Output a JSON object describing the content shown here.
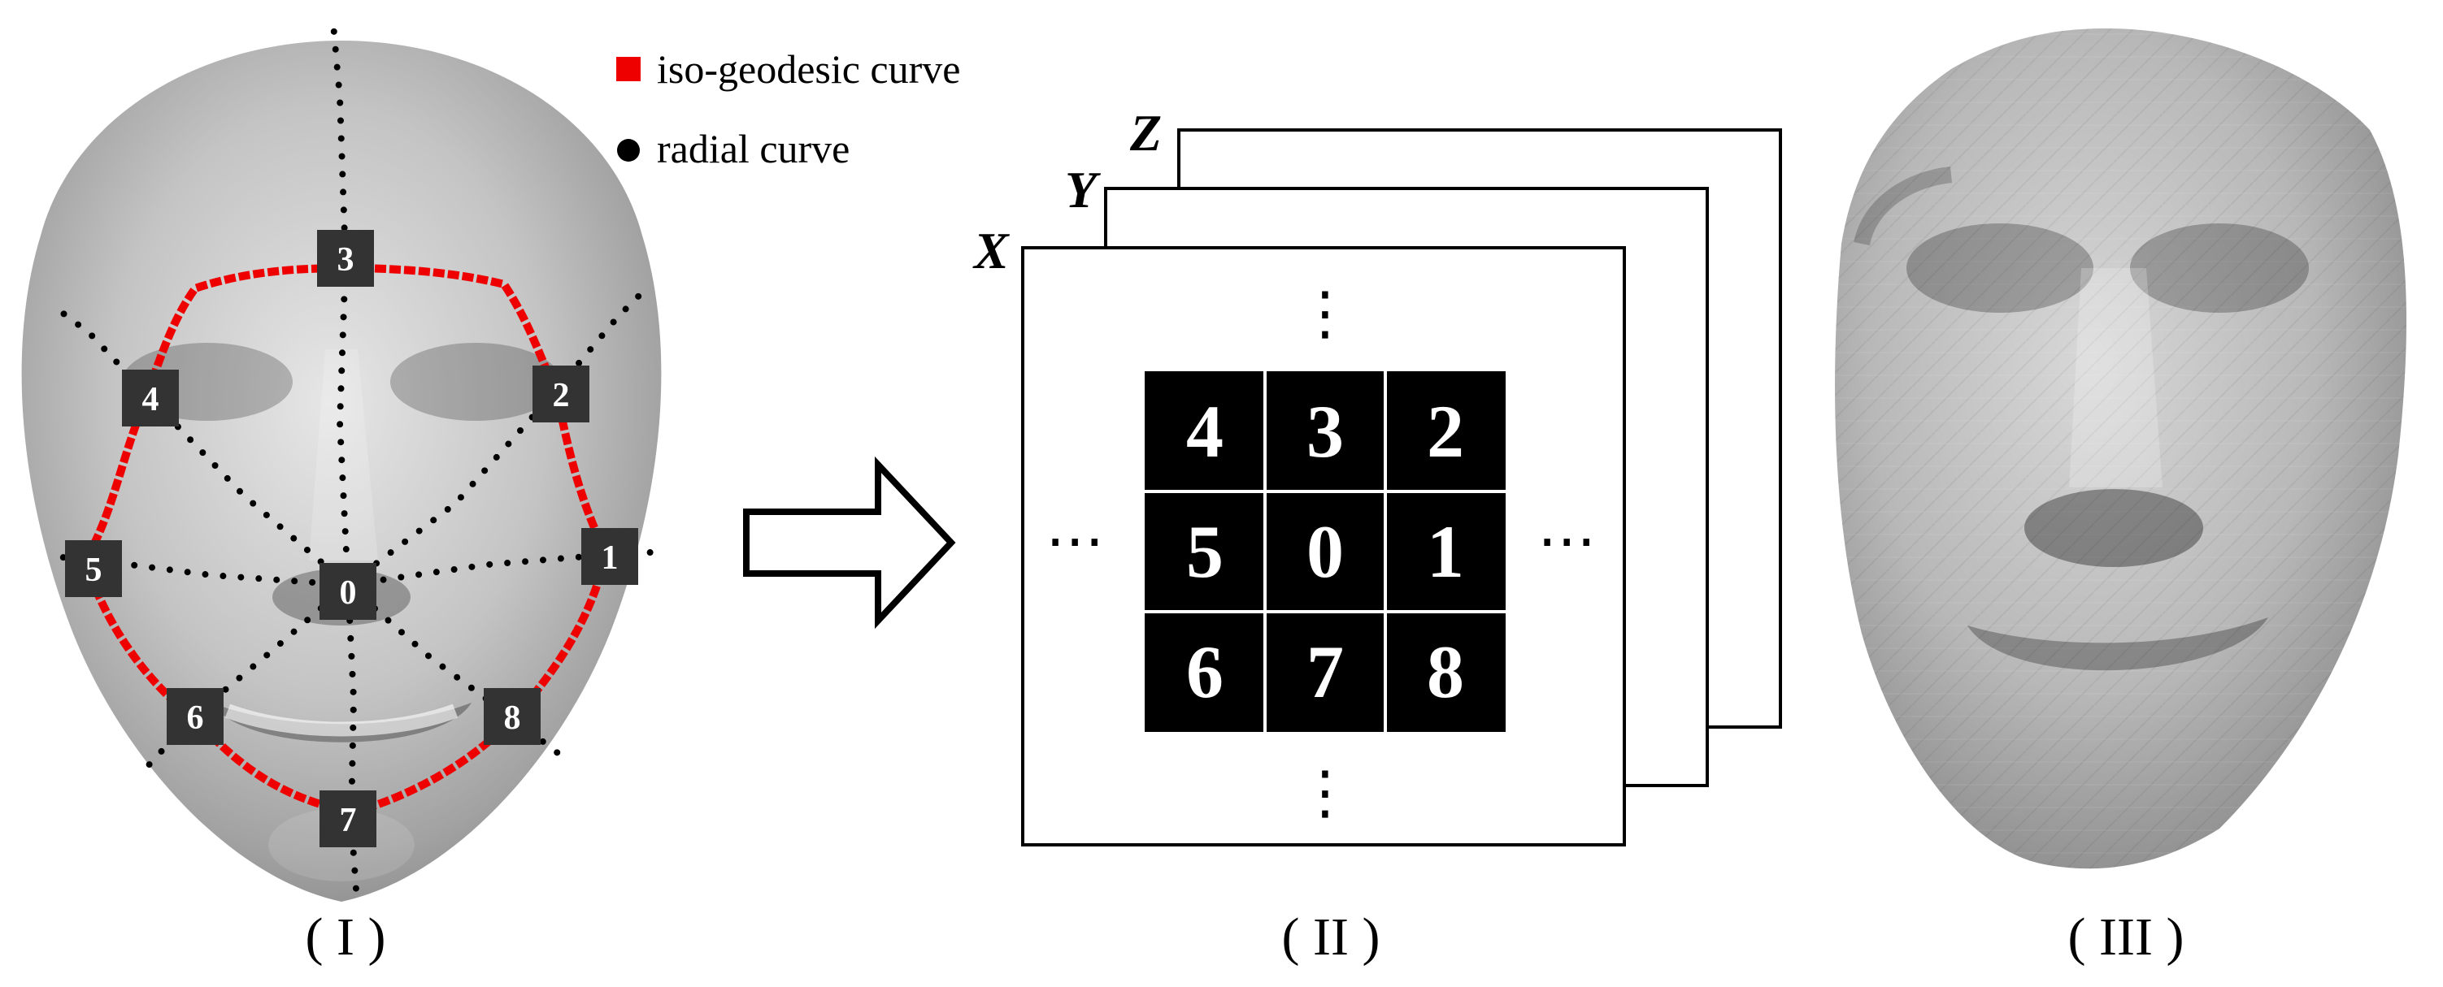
{
  "legend": {
    "iso_label": "iso-geodesic curve",
    "radial_label": "radial curve",
    "iso_color": "#ee0000",
    "radial_color": "#000000"
  },
  "face_markers": [
    "3",
    "2",
    "4",
    "5",
    "1",
    "0",
    "6",
    "8",
    "7"
  ],
  "arrow": {
    "icon": "hollow-right-arrow-icon"
  },
  "layers": [
    "Z",
    "Y",
    "X"
  ],
  "grid": {
    "cells": [
      "4",
      "3",
      "2",
      "5",
      "0",
      "1",
      "6",
      "7",
      "8"
    ],
    "ellipsis_vertical": "⋮",
    "ellipsis_horizontal": "⋯",
    "cell_color": "#000000",
    "text_color": "#ffffff"
  },
  "captions": {
    "panel1": "( I )",
    "panel2": "( II )",
    "panel3": "( III )"
  }
}
